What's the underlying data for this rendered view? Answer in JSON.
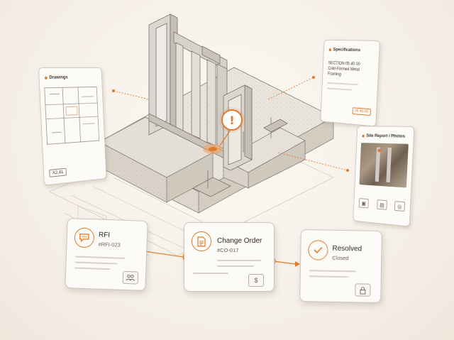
{
  "panels": {
    "drawings": {
      "title": "Drawings",
      "sheet": "A2.41"
    },
    "specifications": {
      "title": "Specifications",
      "line1": "SECTION 05 40 00",
      "line2": "Cold-Formed Metal",
      "line3": "Framing",
      "badge": "05 40 00"
    },
    "photos": {
      "title": "Site Report / Photos"
    }
  },
  "alert": {
    "glyph": "!"
  },
  "workflow": {
    "rfi": {
      "title": "RFI",
      "id": "#RFI-023"
    },
    "change_order": {
      "title": "Change Order",
      "id": "#CO-017"
    },
    "resolved": {
      "title": "Resolved",
      "status": "Closed"
    }
  },
  "colors": {
    "accent": "#e07a2c",
    "line": "#8a8078",
    "panel": "#fdfbf8"
  }
}
